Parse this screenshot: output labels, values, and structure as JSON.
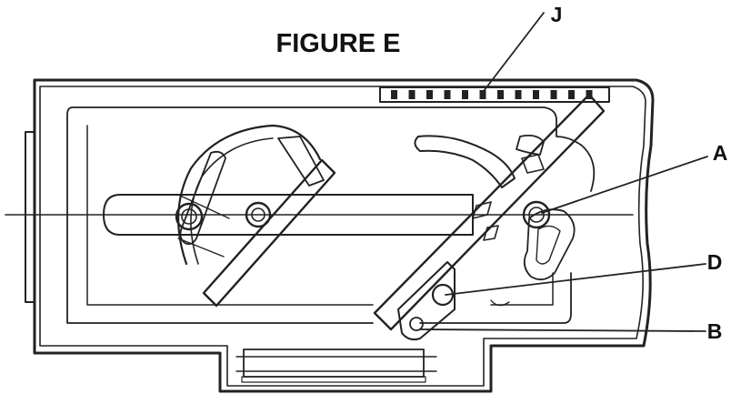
{
  "figure": {
    "title": "FIGURE E",
    "callouts": {
      "j": "J",
      "a": "A",
      "d": "D",
      "b": "B"
    }
  }
}
